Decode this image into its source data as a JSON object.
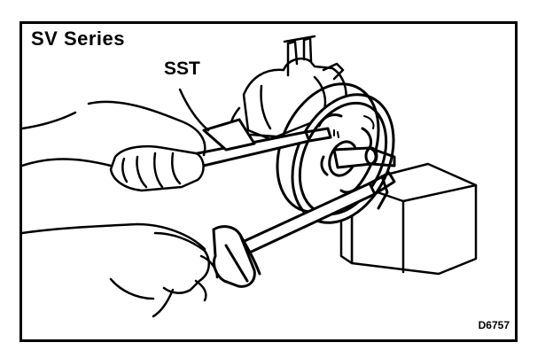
{
  "figure": {
    "title": "SV Series",
    "callout_label": "SST",
    "figure_code": "D6757"
  },
  "colors": {
    "ink": "#000000",
    "paper": "#ffffff"
  }
}
